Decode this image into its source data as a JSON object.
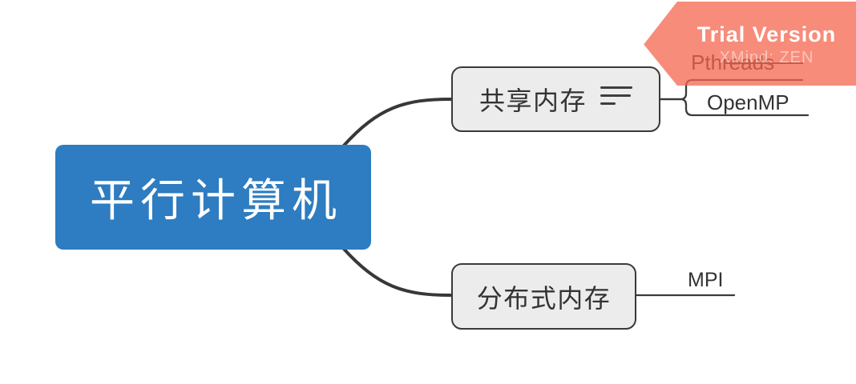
{
  "app": {
    "watermark": {
      "title": "Trial Version",
      "subtitle": "XMind: ZEN",
      "banner_color": "#F4664D"
    }
  },
  "mindmap": {
    "root": {
      "label": "平行计算机",
      "fill_color": "#2E7CC1",
      "text_color": "#FFFFFF"
    },
    "branches": [
      {
        "label": "共享内存",
        "icons": [
          "notes-icon"
        ],
        "children": [
          {
            "label": "Pthreads"
          },
          {
            "label": "OpenMP"
          }
        ]
      },
      {
        "label": "分布式内存",
        "children": [
          {
            "label": "MPI"
          }
        ]
      }
    ],
    "style": {
      "branch_fill": "#ECECEC",
      "border_color": "#3A3A3A",
      "line_color": "#3A3A3A",
      "text_color": "#333333",
      "background": "#FFFFFF"
    }
  }
}
